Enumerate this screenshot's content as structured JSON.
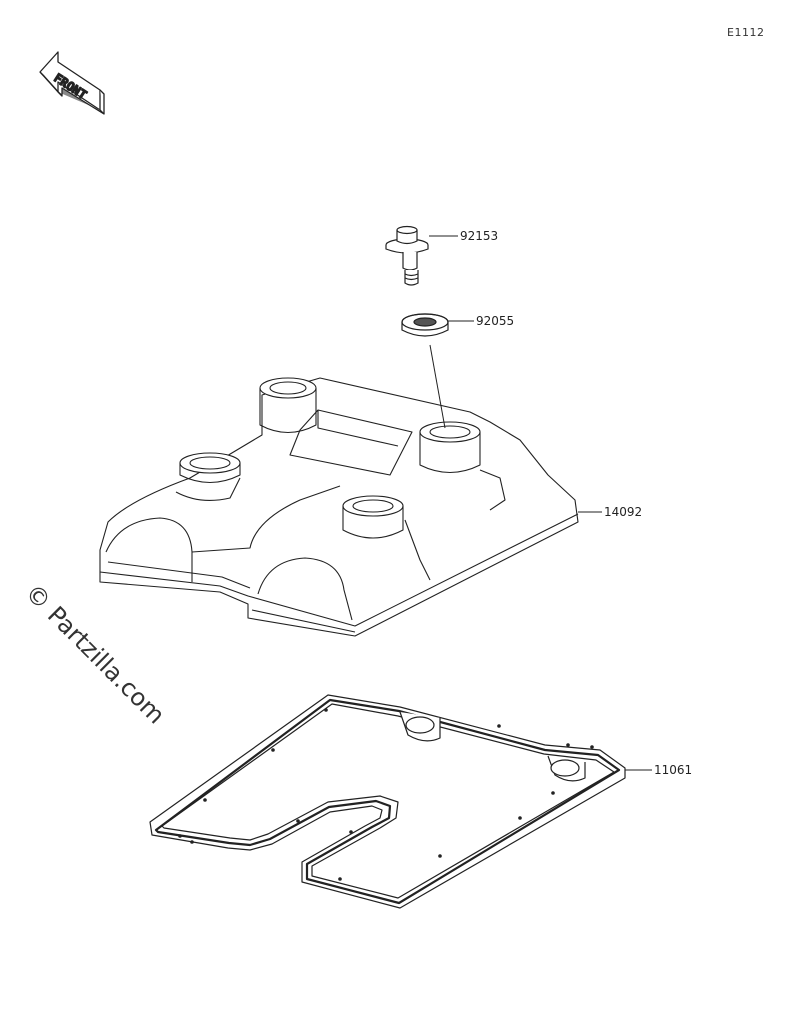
{
  "diagram_code": "E1112",
  "front_label": "FRONT",
  "watermark": "© Partzilla.com",
  "parts": [
    {
      "number": "92153"
    },
    {
      "number": "92055"
    },
    {
      "number": "14092"
    },
    {
      "number": "11061"
    }
  ]
}
